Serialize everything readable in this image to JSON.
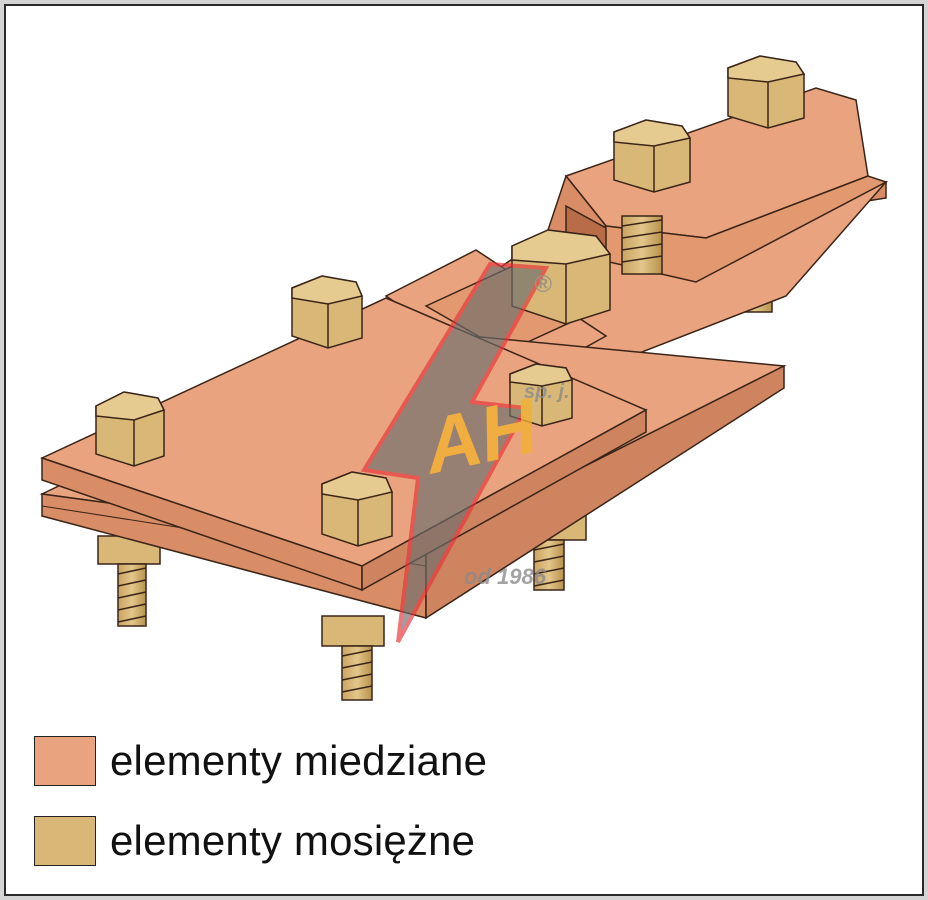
{
  "colors": {
    "copper": "#e9a47f",
    "copper_dark": "#d98d66",
    "brass": "#d9b877",
    "brass_dark": "#c19d58",
    "outline": "#3a2418",
    "watermark_red": "#e8333a",
    "watermark_gold": "#f2b130",
    "watermark_grey": "#8a8a8a"
  },
  "watermark": {
    "logo_letters": "AH",
    "registered_mark": "®",
    "company_suffix": "sp. j.",
    "since_text": "od 1986"
  },
  "legend": {
    "items": [
      {
        "label": "elementy miedziane",
        "swatch_icon": "copper-swatch-icon",
        "color": "#e9a47f"
      },
      {
        "label": "elementy mosiężne",
        "swatch_icon": "brass-swatch-icon",
        "color": "#d9b877"
      }
    ]
  }
}
